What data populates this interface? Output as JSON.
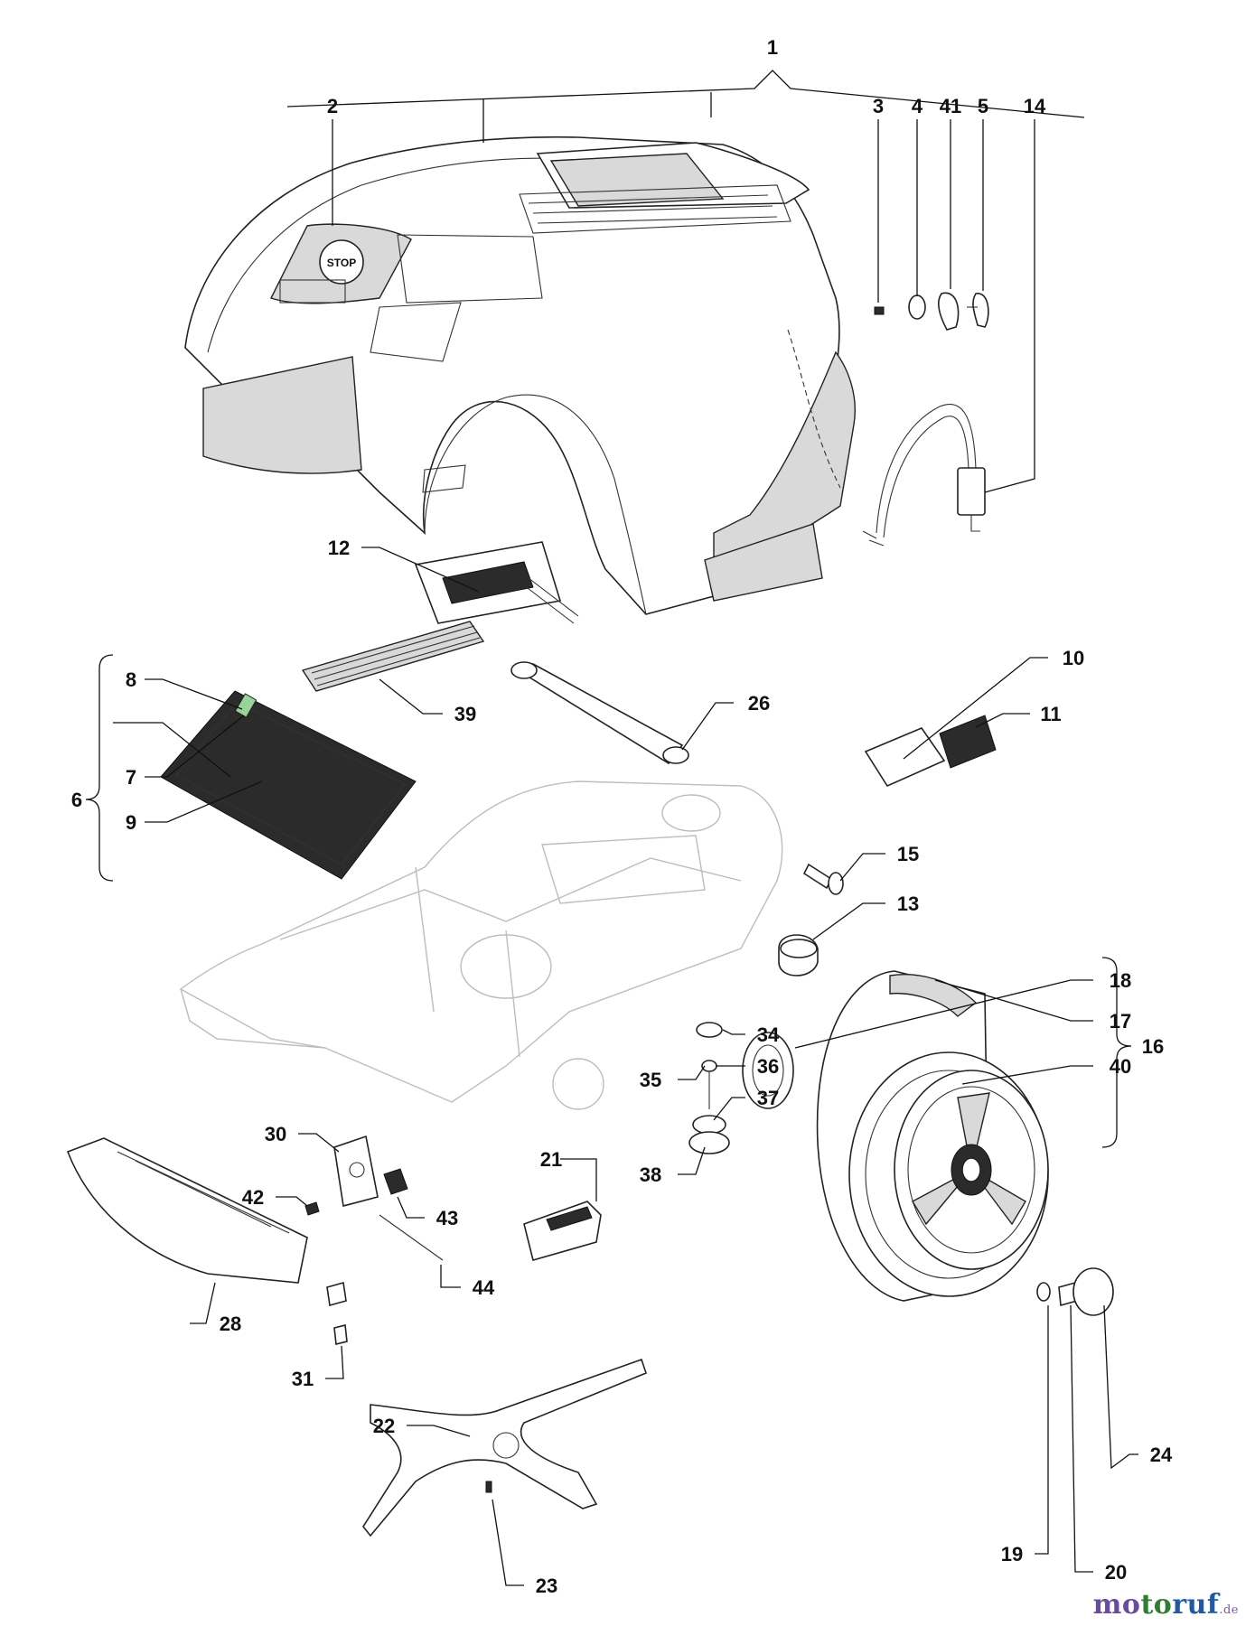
{
  "diagram": {
    "callouts": [
      {
        "id": "1",
        "label": "1"
      },
      {
        "id": "2",
        "label": "2"
      },
      {
        "id": "3",
        "label": "3"
      },
      {
        "id": "4",
        "label": "4"
      },
      {
        "id": "41",
        "label": "41"
      },
      {
        "id": "5",
        "label": "5"
      },
      {
        "id": "14",
        "label": "14"
      },
      {
        "id": "12",
        "label": "12"
      },
      {
        "id": "39",
        "label": "39"
      },
      {
        "id": "26",
        "label": "26"
      },
      {
        "id": "10",
        "label": "10"
      },
      {
        "id": "11",
        "label": "11"
      },
      {
        "id": "8",
        "label": "8"
      },
      {
        "id": "6",
        "label": "6"
      },
      {
        "id": "7",
        "label": "7"
      },
      {
        "id": "9",
        "label": "9"
      },
      {
        "id": "15",
        "label": "15"
      },
      {
        "id": "13",
        "label": "13"
      },
      {
        "id": "18",
        "label": "18"
      },
      {
        "id": "17",
        "label": "17"
      },
      {
        "id": "16",
        "label": "16"
      },
      {
        "id": "40",
        "label": "40"
      },
      {
        "id": "34",
        "label": "34"
      },
      {
        "id": "35",
        "label": "35"
      },
      {
        "id": "36",
        "label": "36"
      },
      {
        "id": "37",
        "label": "37"
      },
      {
        "id": "38",
        "label": "38"
      },
      {
        "id": "30",
        "label": "30"
      },
      {
        "id": "42",
        "label": "42"
      },
      {
        "id": "43",
        "label": "43"
      },
      {
        "id": "21",
        "label": "21"
      },
      {
        "id": "44",
        "label": "44"
      },
      {
        "id": "28",
        "label": "28"
      },
      {
        "id": "31",
        "label": "31"
      },
      {
        "id": "22",
        "label": "22"
      },
      {
        "id": "23",
        "label": "23"
      },
      {
        "id": "24",
        "label": "24"
      },
      {
        "id": "19",
        "label": "19"
      },
      {
        "id": "20",
        "label": "20"
      }
    ],
    "stop_label": "STOP"
  },
  "watermark": {
    "part1": "mo",
    "part2": "to",
    "part3": "ruf",
    "suffix": ".de"
  }
}
